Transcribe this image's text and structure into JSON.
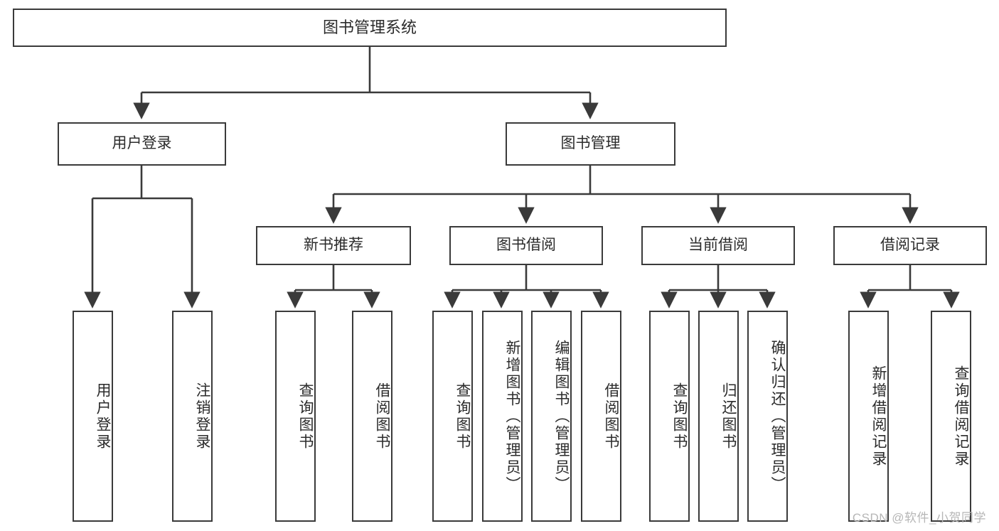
{
  "diagram": {
    "title_node": {
      "label": "图书管理系统"
    },
    "level2": [
      {
        "label": "用户登录"
      },
      {
        "label": "图书管理"
      }
    ],
    "level3": [
      {
        "label": "新书推荐"
      },
      {
        "label": "图书借阅"
      },
      {
        "label": "当前借阅"
      },
      {
        "label": "借阅记录"
      }
    ],
    "leaves": [
      {
        "label": "用户登录"
      },
      {
        "label": "注销登录"
      },
      {
        "label": "查询图书"
      },
      {
        "label": "借阅图书"
      },
      {
        "label": "查询图书"
      },
      {
        "label": "新增图书（管理员）"
      },
      {
        "label": "编辑图书（管理员）"
      },
      {
        "label": "借阅图书"
      },
      {
        "label": "查询图书"
      },
      {
        "label": "归还图书"
      },
      {
        "label": "确认归还（管理员）"
      },
      {
        "label": "新增借阅记录"
      },
      {
        "label": "查询借阅记录"
      }
    ]
  },
  "watermark": {
    "text": "CSDN @软件_小贺同学"
  },
  "colors": {
    "stroke": "#3a3a3a",
    "text": "#2b2b2b",
    "background": "#ffffff",
    "watermark": "#b6b6b6"
  }
}
